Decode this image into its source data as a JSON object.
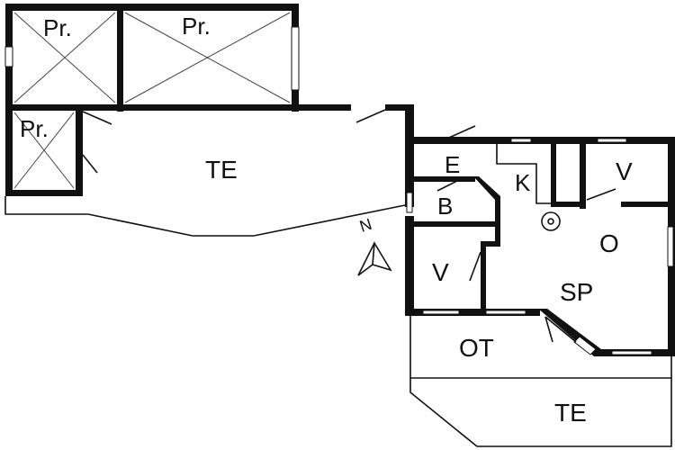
{
  "floor_plan": {
    "rooms": {
      "storage_1": "Pr.",
      "storage_2": "Pr.",
      "storage_3": "Pr.",
      "terrace_main": "TE",
      "entrance": "E",
      "kitchen": "K",
      "bathroom": "B",
      "bedroom_right": "V",
      "bedroom_left": "V",
      "living": "O",
      "sleeping_area": "SP",
      "open_terrace": "OT",
      "terrace_lower": "TE"
    },
    "compass": {
      "label": "N",
      "icon": "north-arrow-icon"
    },
    "line_color": "#111111",
    "background_color": "#ffffff"
  }
}
